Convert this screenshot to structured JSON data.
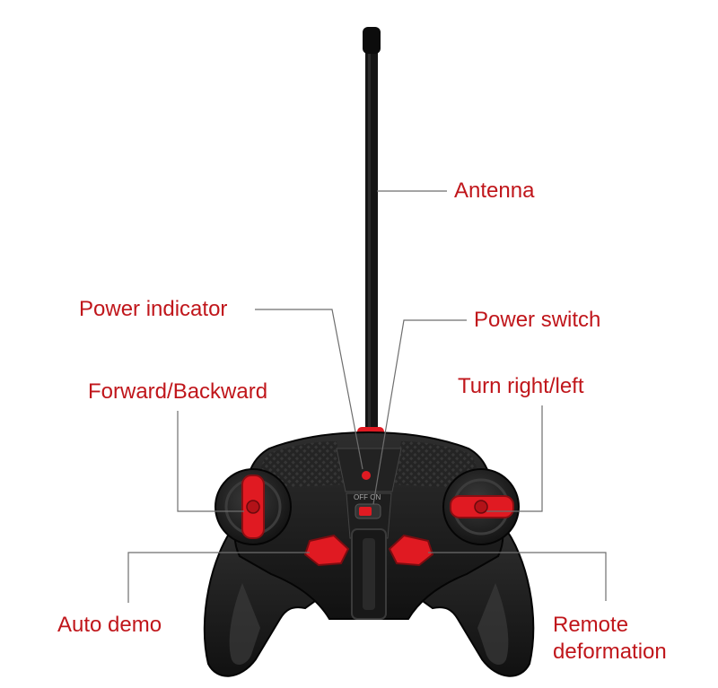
{
  "labels": {
    "antenna": "Antenna",
    "power_indicator": "Power indicator",
    "power_switch": "Power switch",
    "forward_backward": "Forward/Backward",
    "turn_right_left": "Turn right/left",
    "auto_demo": "Auto demo",
    "remote_deformation_line1": "Remote",
    "remote_deformation_line2": "deformation"
  },
  "colors": {
    "label": "#c0161b",
    "leader_line": "#6e6e6e",
    "body": "#1b1b1b",
    "accent": "#e01a22"
  }
}
